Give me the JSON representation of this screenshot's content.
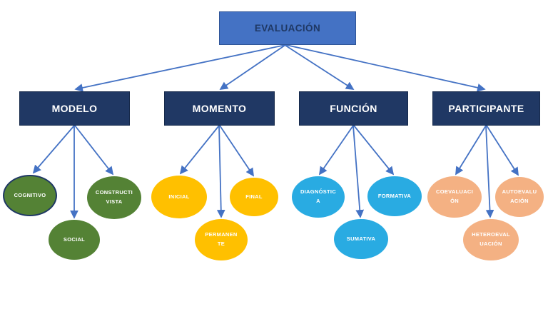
{
  "colors": {
    "root_fill": "#4472C4",
    "root_border": "#2F5597",
    "root_text": "#1F3864",
    "category_fill": "#203864",
    "category_text": "#FFFFFF",
    "arrow": "#4472C4",
    "modelo_fill": "#548235",
    "momento_fill": "#FFC000",
    "funcion_fill": "#29ABE2",
    "participante_fill": "#F4B183",
    "leaf_text": "#FFFFFF",
    "cognitivo_border": "#1F3864"
  },
  "root": {
    "label": "EVALUACIÓN"
  },
  "categories": {
    "modelo": {
      "label": "MODELO"
    },
    "momento": {
      "label": "MOMENTO"
    },
    "funcion": {
      "label": "FUNCIÓN"
    },
    "participante": {
      "label": "PARTICIPANTE"
    }
  },
  "leaves": {
    "cognitivo": {
      "label": "COGNITIVO"
    },
    "social": {
      "label": "SOCIAL"
    },
    "constructivista": {
      "label": "CONSTRUCTI\nVISTA"
    },
    "inicial": {
      "label": "INICIAL"
    },
    "permanente": {
      "label": "PERMANEN\nTE"
    },
    "final": {
      "label": "FINAL"
    },
    "diagnostica": {
      "label": "DIAGNÓSTIC\nA"
    },
    "sumativa": {
      "label": "SUMATIVA"
    },
    "formativa": {
      "label": "FORMATIVA"
    },
    "coevaluacion": {
      "label": "COEVALUACI\nÓN"
    },
    "heteroevaluacion": {
      "label": "HETEROEVAL\nUACIÓN"
    },
    "autoevaluacion": {
      "label": "AUTOEVALU\nACIÓN"
    }
  }
}
